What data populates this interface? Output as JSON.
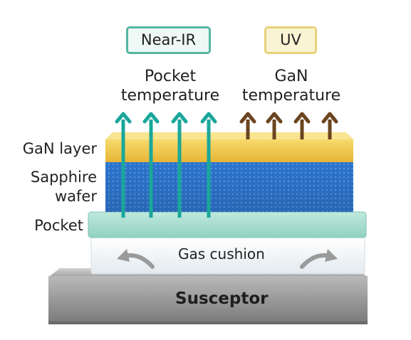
{
  "labels": {
    "near_ir": "Near-IR",
    "uv": "UV",
    "pocket_temperature": [
      "Pocket",
      "temperature"
    ],
    "gan_temperature": [
      "GaN",
      "temperature"
    ],
    "gan_layer": "GaN layer",
    "sapphire_wafer": [
      "Sapphire",
      "wafer"
    ],
    "pocket": "Pocket",
    "gas_cushion": "Gas cushion",
    "susceptor": "Susceptor"
  },
  "colors": {
    "near_ir_arrow": "#1aa79a",
    "uv_arrow": "#6b4420",
    "gan_layer": "#f2c84a",
    "sapphire": "#2a6fc8",
    "pocket": "#a8ddd0",
    "gas_cushion": "#f4f7fa",
    "susceptor": "#8f8f8f",
    "near_ir_badge_border": "#55b6a0",
    "uv_badge_border": "#e8d27a"
  },
  "icons": {
    "near_ir_arrows": "arrow-up-icon",
    "uv_arrows": "arrow-up-icon",
    "gas_flow": "curved-arrow-icon"
  }
}
